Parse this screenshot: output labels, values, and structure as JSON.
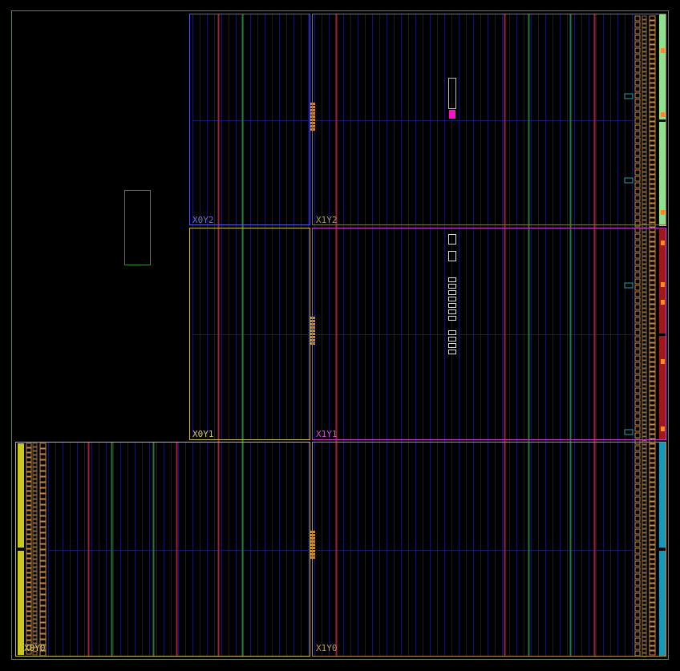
{
  "device_view": {
    "background": "#000000",
    "border_color": "#6b7a6b",
    "regions": [
      {
        "id": "X0Y2",
        "label": "X0Y2",
        "color": "#5a5ad0"
      },
      {
        "id": "X1Y2",
        "label": "X1Y2",
        "color": "#8a8a3a"
      },
      {
        "id": "X0Y1",
        "label": "X0Y1",
        "color": "#c8b94a"
      },
      {
        "id": "X1Y1",
        "label": "X1Y1",
        "color": "#c040c0"
      },
      {
        "id": "X0Y0",
        "label": "X0Y0",
        "color": "#c8b94a"
      },
      {
        "id": "X1Y0",
        "label": "X1Y0",
        "color": "#b08a50"
      }
    ],
    "column_colors": {
      "clb": "#15155a",
      "bram": "#a0203a",
      "dsp": "#1e7a3a",
      "io": "#c88a40"
    },
    "io_bank_colors": {
      "top_right": "#90e090",
      "middle_right": "#a01818",
      "bottom_right": "#1898b8",
      "left_bottom": "#c8c820"
    },
    "highlight_color": "#ff10c8",
    "pblock_color": "#3a8a3a"
  }
}
